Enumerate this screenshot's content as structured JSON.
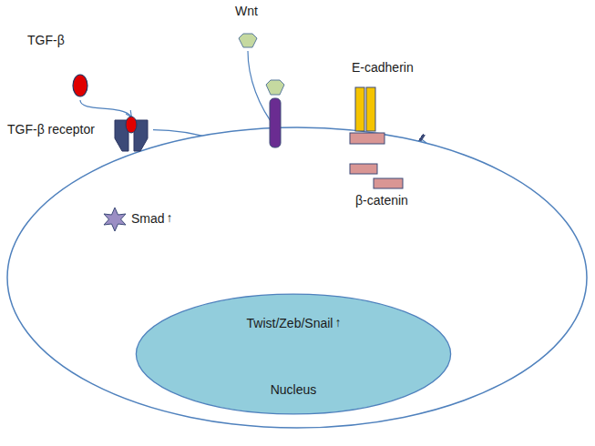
{
  "diagram": {
    "nodes": [
      {
        "text": [
          "TGF-β"
        ]
      },
      {
        "text": [
          "TGF-β receptor"
        ]
      },
      {
        "text": [
          "Wnt"
        ]
      },
      {
        "text": [
          "E-cadherin"
        ]
      },
      {
        "text": [
          "Smad",
          "↑"
        ]
      },
      {
        "text": [
          "β-catenin"
        ]
      },
      {
        "text": [
          "Nucleus"
        ]
      },
      {
        "text": [
          "Twist/Zeb/Snail",
          "↑"
        ],
        "in": 6
      }
    ],
    "edges": [
      {
        "from": 0,
        "to": 1,
        "arrow": "to"
      },
      {
        "from": 1,
        "to": 4,
        "arrow": "to"
      },
      {
        "from": 1,
        "to": 5,
        "arrow": "to"
      },
      {
        "from": 2,
        "to": 5,
        "arrow": "to"
      },
      {
        "from": 3,
        "to": 5,
        "arrow": "to"
      },
      {
        "from": 4,
        "to": 7,
        "arrow": "to"
      },
      {
        "from": 5,
        "to": 7,
        "arrow": "to"
      },
      {
        "from": 7,
        "to": 3,
        "arrow": "to"
      }
    ]
  }
}
